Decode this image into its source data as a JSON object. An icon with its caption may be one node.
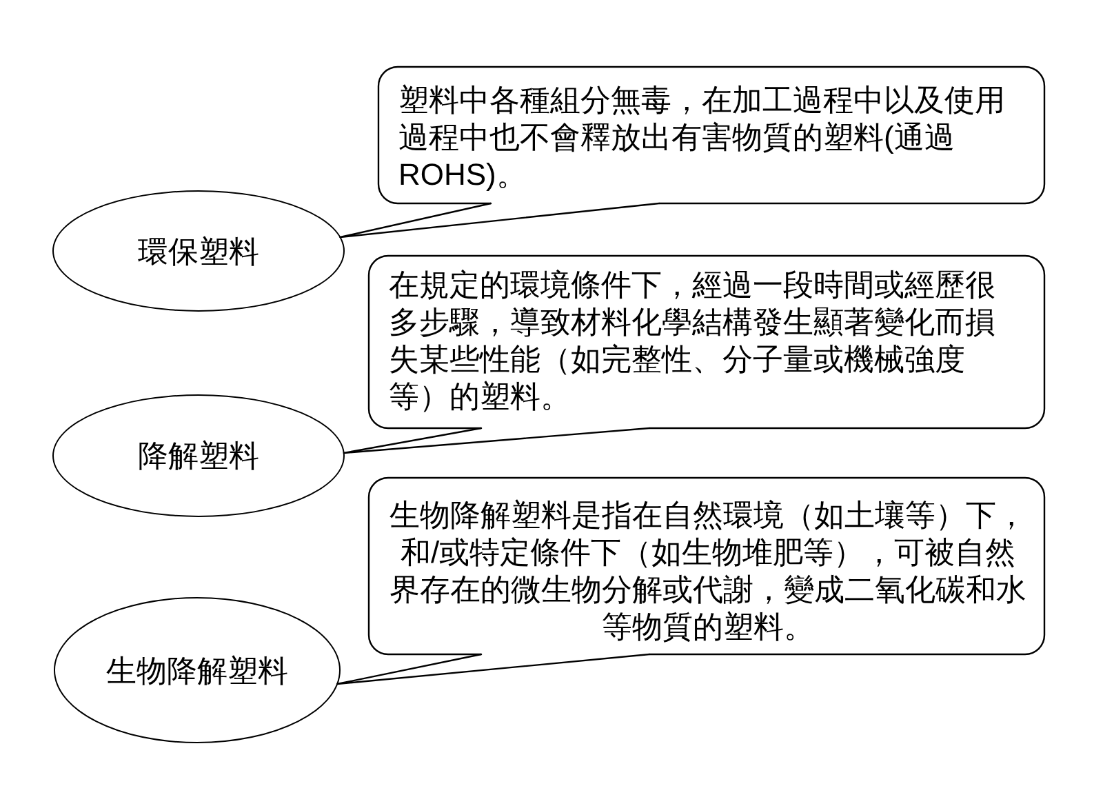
{
  "diagram": {
    "nodes": [
      {
        "text": [
          "塑料中各種組分無毒，在加工過程中以及使用過程中也不會釋放出有害物質的塑料(通過ROHS)。"
        ]
      },
      {
        "text": [
          "環保塑料"
        ]
      },
      {
        "text": [
          "在規定的環境條件下，經過一段時間或經歷很多步驟，導致材料化學結構發生顯著變化而損失某些性能（如完整性、分子量或機械強度等）的塑料。"
        ]
      },
      {
        "text": [
          "降解塑料"
        ]
      },
      {
        "text": [
          "生物降解塑料是指在自然環境（如土壤等）下，和/或特定條件下（如生物堆肥等），可被自然界存在的微生物分解或代謝，變成二氧化碳和水等物質的塑料。"
        ]
      },
      {
        "text": [
          "生物降解塑料"
        ]
      }
    ],
    "edges": [
      {
        "from": 0,
        "to": 1,
        "arrow": "none"
      },
      {
        "from": 2,
        "to": 3,
        "arrow": "none"
      },
      {
        "from": 4,
        "to": 5,
        "arrow": "none"
      }
    ]
  }
}
